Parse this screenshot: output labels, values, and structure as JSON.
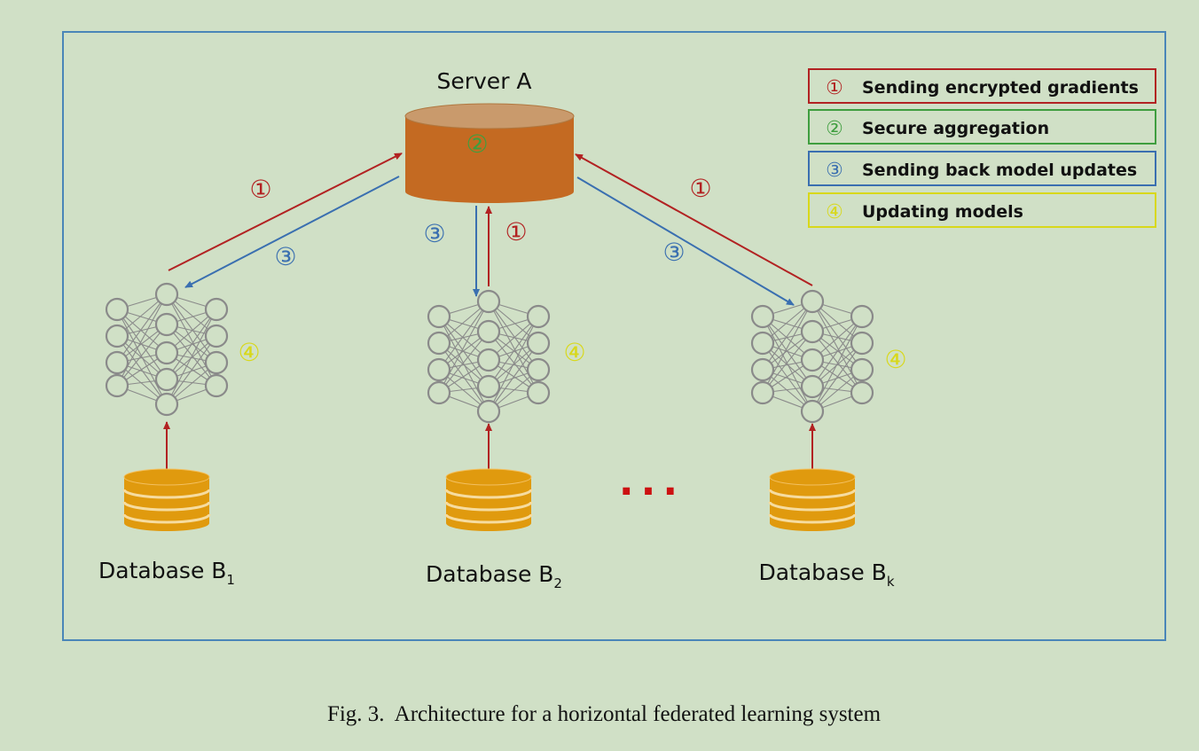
{
  "colors": {
    "background": "#d0e0c6",
    "frame": "#4a86b8",
    "red": "#b22222",
    "green": "#3f9e3f",
    "blue": "#3a6fb0",
    "yellow": "#d8d81a",
    "server_body": "#c46a22",
    "server_top": "#c99a6c",
    "database": "#e09a0e",
    "network": "#8a8a8a"
  },
  "server": {
    "label": "Server A",
    "step_marker": "②"
  },
  "legend": [
    {
      "marker": "①",
      "text": "Sending encrypted gradients",
      "color_key": "red"
    },
    {
      "marker": "②",
      "text": "Secure aggregation",
      "color_key": "green"
    },
    {
      "marker": "③",
      "text": "Sending back model updates",
      "color_key": "blue"
    },
    {
      "marker": "④",
      "text": "Updating models",
      "color_key": "yellow"
    }
  ],
  "flow_markers": {
    "send_gradients": "①",
    "send_back_updates": "③",
    "update_models": "④"
  },
  "databases": [
    {
      "label": "Database B",
      "subscript": "1"
    },
    {
      "label": "Database B",
      "subscript": "2"
    },
    {
      "label": "Database B",
      "subscript": "k"
    }
  ],
  "ellipsis": "...",
  "caption": "Fig. 3.  Architecture for a horizontal federated learning system"
}
